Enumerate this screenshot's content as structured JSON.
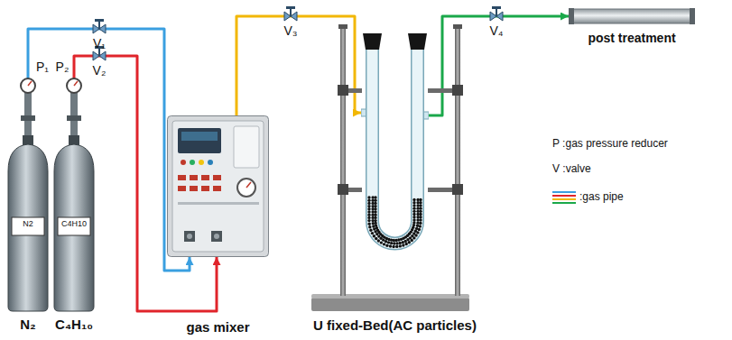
{
  "diagram": {
    "nodes": [
      {
        "text": [
          "N2",
          "N₂"
        ]
      },
      {
        "text": [
          "C4H10",
          "C₄H₁₀"
        ]
      },
      {
        "text": [
          "gas mixer"
        ]
      },
      {
        "text": [
          "U fixed-Bed(AC particles)"
        ]
      },
      {
        "text": [
          "post treatment"
        ]
      }
    ],
    "edges": [
      {
        "from": 0,
        "to": 2,
        "arrow": "to"
      },
      {
        "from": 1,
        "to": 2,
        "arrow": "to"
      },
      {
        "from": 2,
        "to": 3,
        "arrow": "to"
      },
      {
        "from": 3,
        "to": 4,
        "arrow": "to"
      }
    ],
    "labels": [
      "P₁",
      "P₂",
      "V₁",
      "V₂",
      "V₃",
      "V₄"
    ],
    "legend": [
      {
        "text": "P :gas pressure reducer"
      },
      {
        "text": "V :valve"
      },
      {
        "text": ":gas pipe"
      }
    ]
  }
}
